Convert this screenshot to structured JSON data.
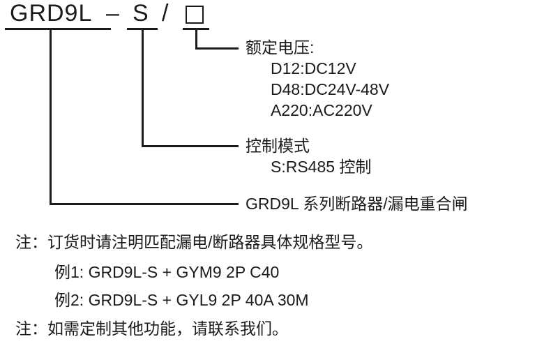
{
  "model_code": {
    "main": "GRD9L",
    "dash": "–",
    "mode": "S",
    "slash": "/",
    "box_placeholder": ""
  },
  "callouts": {
    "voltage": {
      "title": "额定电压:",
      "options": [
        "D12:DC12V",
        "D48:DC24V-48V",
        "A220:AC220V"
      ]
    },
    "control_mode": {
      "title": "控制模式",
      "options": [
        "S:RS485 控制"
      ]
    },
    "series": {
      "title": "GRD9L 系列断路器/漏电重合闸"
    }
  },
  "notes": {
    "note_order": "注：订货时请注明匹配漏电/断路器具体规格型号。",
    "example_1": "例1: GRD9L-S + GYM9 2P C40",
    "example_2": "例2: GRD9L-S + GYL9 2P 40A 30M",
    "note_custom": "注：如需定制其他功能，请联系我们。"
  },
  "colors": {
    "ink": "#1b1b1b",
    "background": "#ffffff"
  }
}
